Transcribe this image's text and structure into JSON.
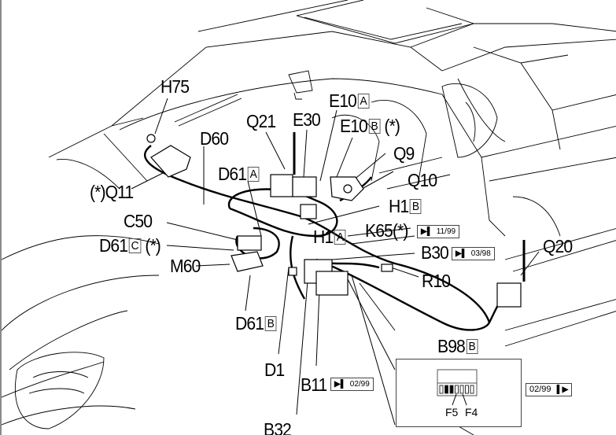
{
  "diagram": {
    "title": "Vehicle wiring harness component location (alarm / anti-theft)",
    "components": [
      {
        "id": "H75",
        "label": "H75"
      },
      {
        "id": "Q21",
        "label": "Q21"
      },
      {
        "id": "E30",
        "label": "E30"
      },
      {
        "id": "E10A",
        "label": "E10",
        "variant": "A"
      },
      {
        "id": "E10B",
        "label": "E10",
        "variant": "B",
        "note": "(*)"
      },
      {
        "id": "D60",
        "label": "D60"
      },
      {
        "id": "Q9",
        "label": "Q9"
      },
      {
        "id": "Q10",
        "label": "Q10"
      },
      {
        "id": "Q11",
        "label": "(*)Q11"
      },
      {
        "id": "D61A",
        "label": "D61",
        "variant": "A"
      },
      {
        "id": "H1B",
        "label": "H1",
        "variant": "B"
      },
      {
        "id": "C50",
        "label": "C50"
      },
      {
        "id": "H1A",
        "label": "H1",
        "variant": "A"
      },
      {
        "id": "K65",
        "label": "K65(*)"
      },
      {
        "id": "D61C",
        "label": "D61",
        "variant": "C",
        "note": "(*)"
      },
      {
        "id": "B30",
        "label": "B30"
      },
      {
        "id": "Q20",
        "label": "Q20"
      },
      {
        "id": "M60",
        "label": "M60"
      },
      {
        "id": "R10",
        "label": "R10"
      },
      {
        "id": "D61B",
        "label": "D61",
        "variant": "B"
      },
      {
        "id": "B98B",
        "label": "B98",
        "variant": "B"
      },
      {
        "id": "D1",
        "label": "D1"
      },
      {
        "id": "B11",
        "label": "B11"
      },
      {
        "id": "B32",
        "label": "B32"
      }
    ],
    "date_tags": {
      "k65": {
        "icon": "up-to-icon",
        "glyph": "▶▌",
        "date": "11/99"
      },
      "b30": {
        "icon": "up-to-icon",
        "glyph": "▶▌",
        "date": "03/98"
      },
      "b11": {
        "icon": "up-to-icon",
        "glyph": "▶▌",
        "date": "02/99"
      },
      "b98": {
        "icon": "from-icon",
        "glyph": "▌▶",
        "date": "02/99"
      }
    },
    "fuse_detail": {
      "fuses": [
        "F5",
        "F4"
      ],
      "slot_count": 7,
      "filled_slots": [
        2,
        3
      ]
    }
  }
}
